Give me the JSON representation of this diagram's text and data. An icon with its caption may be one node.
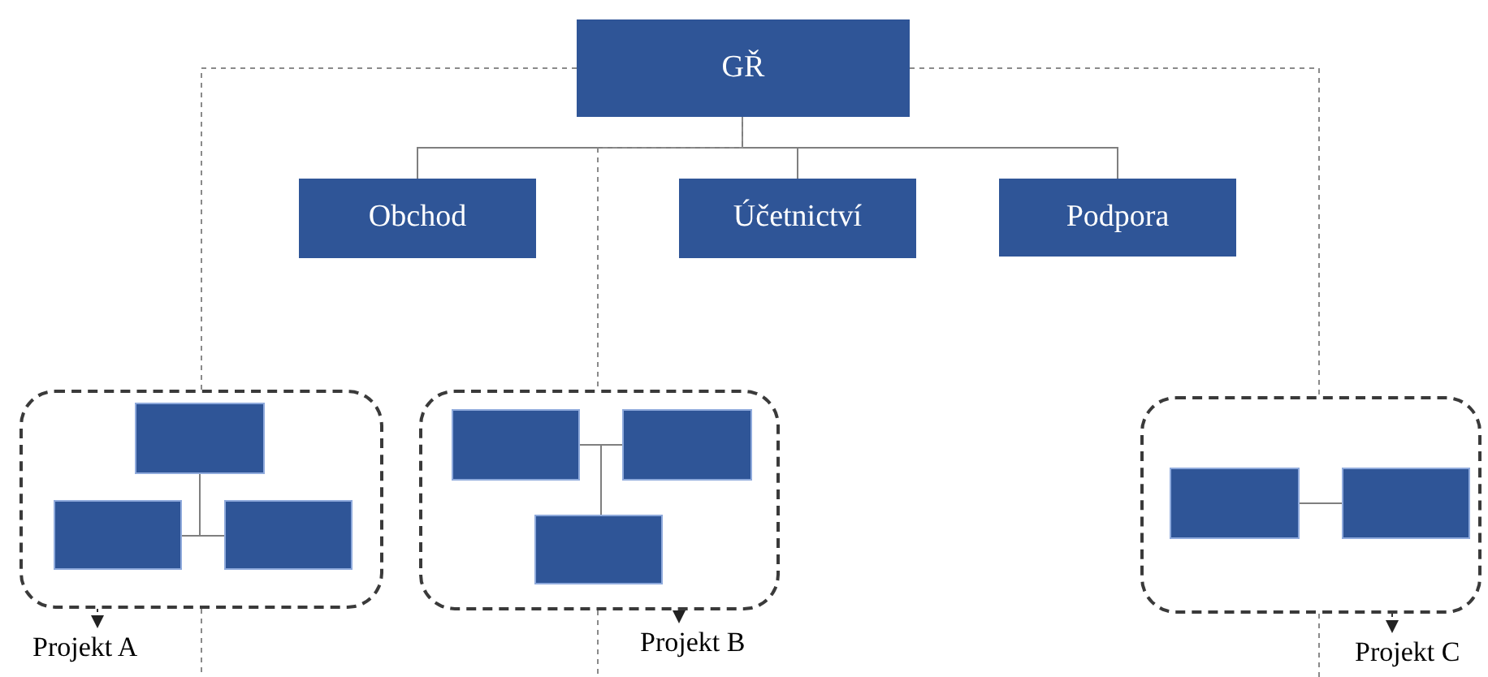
{
  "diagram": {
    "nodes": [
      {
        "text": [
          "GŘ"
        ]
      },
      {
        "text": [
          "Obchod"
        ]
      },
      {
        "text": [
          "Účetnictví"
        ]
      },
      {
        "text": [
          "Podpora"
        ]
      },
      {
        "text": [],
        "shape": "box"
      },
      {
        "text": [],
        "shape": "box",
        "in": 4
      },
      {
        "text": [],
        "shape": "box",
        "in": 4
      },
      {
        "text": [],
        "shape": "box",
        "in": 4
      },
      {
        "text": [],
        "shape": "box"
      },
      {
        "text": [],
        "shape": "box",
        "in": 8
      },
      {
        "text": [],
        "shape": "box",
        "in": 8
      },
      {
        "text": [],
        "shape": "box",
        "in": 8
      },
      {
        "text": [],
        "shape": "box"
      },
      {
        "text": [],
        "shape": "box",
        "in": 12
      },
      {
        "text": [],
        "shape": "box",
        "in": 12
      },
      {
        "text": [
          "Projekt A"
        ]
      },
      {
        "text": [
          "Projekt B"
        ]
      },
      {
        "text": [
          "Projekt C"
        ]
      }
    ],
    "edges": [
      {
        "from": 0,
        "to": 1,
        "arrow": "none"
      },
      {
        "from": 0,
        "to": 2,
        "arrow": "none"
      },
      {
        "from": 0,
        "to": 3,
        "arrow": "none"
      },
      {
        "from": 0,
        "to": 4,
        "arrow": "none",
        "style": "dashed"
      },
      {
        "from": 0,
        "to": 8,
        "arrow": "none",
        "style": "dashed"
      },
      {
        "from": 0,
        "to": 12,
        "arrow": "none",
        "style": "dashed"
      },
      {
        "from": 5,
        "to": 6,
        "arrow": "none"
      },
      {
        "from": 5,
        "to": 7,
        "arrow": "none"
      },
      {
        "from": 9,
        "to": 10,
        "arrow": "none"
      },
      {
        "from": 9,
        "to": 11,
        "arrow": "none"
      },
      {
        "from": 10,
        "to": 11,
        "arrow": "none"
      },
      {
        "from": 13,
        "to": 14,
        "arrow": "none"
      },
      {
        "from": 4,
        "to": 15,
        "arrow": "to",
        "style": "dashed"
      },
      {
        "from": 8,
        "to": 16,
        "arrow": "to",
        "style": "dashed"
      },
      {
        "from": 12,
        "to": 17,
        "arrow": "to",
        "style": "dashed"
      },
      {
        "from": 4,
        "to": null,
        "arrow": "none",
        "style": "dashed"
      },
      {
        "from": 8,
        "to": null,
        "arrow": "none",
        "style": "dashed"
      },
      {
        "from": 12,
        "to": null,
        "arrow": "none",
        "style": "dashed"
      }
    ]
  }
}
